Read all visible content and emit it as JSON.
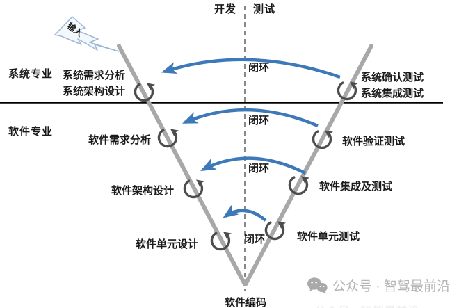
{
  "header": {
    "dev_label": "开发",
    "test_label": "测试"
  },
  "sections": {
    "system": "系统专业",
    "software": "软件专业"
  },
  "input_arrow": {
    "label": "输入"
  },
  "stages": {
    "left": [
      {
        "line1": "系统需求分析",
        "line2": "系统架构设计"
      },
      {
        "line1": "软件需求分析"
      },
      {
        "line1": "软件架构设计"
      },
      {
        "line1": "软件单元设计"
      }
    ],
    "right": [
      {
        "line1": "系统确认测试",
        "line2": "系统集成测试"
      },
      {
        "line1": "软件验证测试"
      },
      {
        "line1": "软件集成及测试"
      },
      {
        "line1": "软件单元测试"
      }
    ],
    "apex": "软件编码"
  },
  "loops": {
    "label": "闭环"
  },
  "watermark": {
    "text": "公众号 · 智驾最前沿"
  },
  "colors": {
    "arc_blue": "#3d79b8",
    "v_line_gray": "#a8a8a8",
    "loop_arrow_gray": "#4d4d4d",
    "divider_black": "#000000",
    "bolt_stroke_blue": "#9cb8d6",
    "watermark_gray": "#b5b5b5"
  }
}
